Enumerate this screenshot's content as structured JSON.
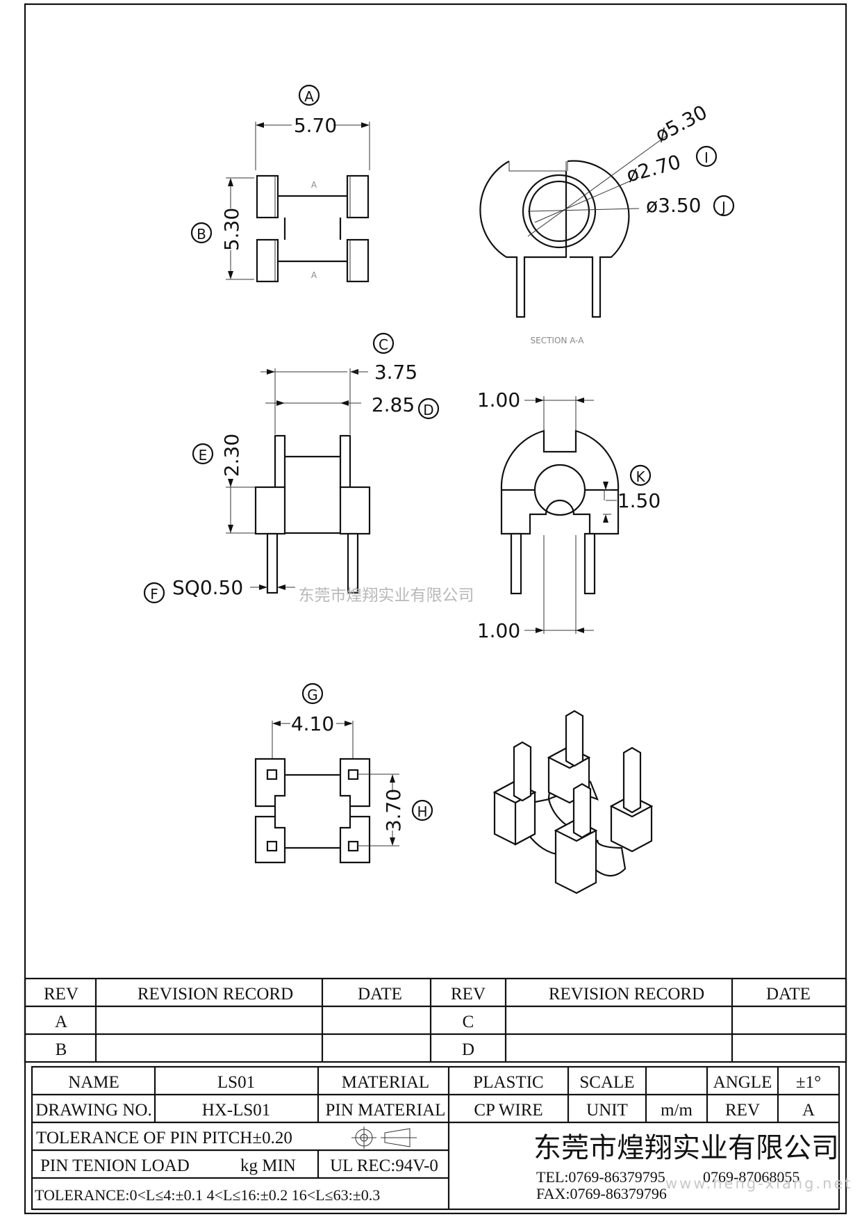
{
  "dimensions": {
    "A": {
      "label": "A",
      "value": "5.70"
    },
    "B": {
      "label": "B",
      "value": "5.30"
    },
    "C": {
      "label": "C",
      "value": "3.75"
    },
    "D": {
      "label": "D",
      "value": "2.85"
    },
    "E": {
      "label": "E",
      "value": "2.30"
    },
    "F": {
      "label": "F",
      "value": "SQ0.50"
    },
    "G": {
      "label": "G",
      "value": "4.10"
    },
    "H": {
      "label": "H",
      "value": "3.70"
    },
    "I": {
      "label": "I",
      "value": "ø2.70"
    },
    "J": {
      "label": "J",
      "value": "ø3.50"
    },
    "K": {
      "label": "K",
      "value": "1.50"
    },
    "outer_dia": "ø5.30",
    "slot_top": "1.00",
    "slot_bottom": "1.00"
  },
  "section_label": "SECTION A-A",
  "section_marker": "A",
  "watermark": "东莞市煌翔实业有限公司",
  "watermark_url": "www.heng-xiang.net",
  "revision_table": {
    "headers": [
      "REV",
      "REVISION RECORD",
      "DATE",
      "REV",
      "REVISION RECORD",
      "DATE"
    ],
    "rows": [
      [
        "A",
        "",
        "",
        "C",
        "",
        ""
      ],
      [
        "B",
        "",
        "",
        "D",
        "",
        ""
      ]
    ]
  },
  "title_block": {
    "name_label": "NAME",
    "name_value": "LS01",
    "material_label": "MATERIAL",
    "material_value": "PLASTIC",
    "scale_label": "SCALE",
    "scale_value": "",
    "angle_label": "ANGLE",
    "angle_value": "±1°",
    "drawing_no_label": "DRAWING NO.",
    "drawing_no_value": "HX-LS01",
    "pin_material_label": "PIN MATERIAL",
    "pin_material_value": "CP WIRE",
    "unit_label": "UNIT",
    "unit_value": "m/m",
    "rev_label": "REV",
    "rev_value": "A",
    "tolerance_pitch": "TOLERANCE OF PIN PITCH±0.20",
    "pin_tension_label": "PIN TENION LOAD",
    "pin_tension_value": "kg MIN",
    "ul": "UL REC:94V-0",
    "tolerance_general": "TOLERANCE:0<L≤4:±0.1  4<L≤16:±0.2  16<L≤63:±0.3",
    "company": "东莞市煌翔实业有限公司",
    "tel": "TEL:0769-86379795",
    "tel2": "0769-87068055",
    "fax": "FAX:0769-86379796"
  }
}
